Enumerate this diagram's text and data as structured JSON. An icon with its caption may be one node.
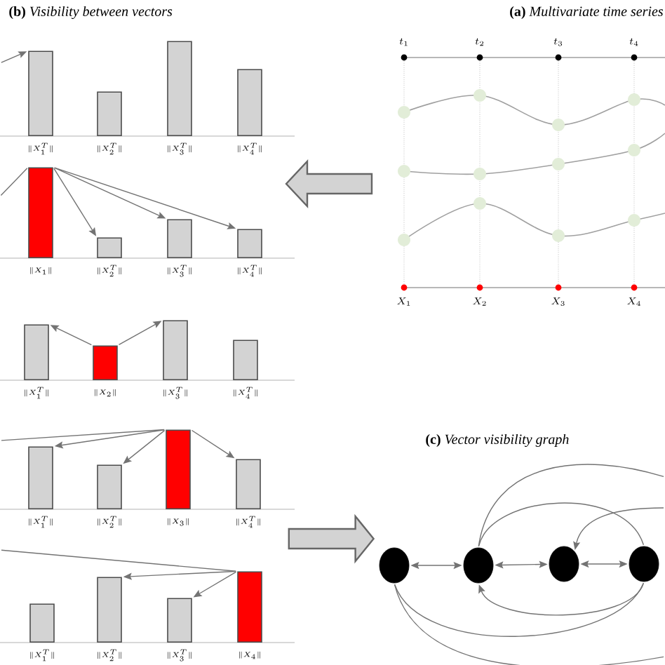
{
  "diagram": {
    "nodes": [
      {
        "text": [],
        "shape": "bar",
        "beside": [
          "\\|X_1^T\\|"
        ]
      },
      {
        "text": [],
        "shape": "bar",
        "beside": [
          "\\|X_2^T\\|"
        ]
      },
      {
        "text": [],
        "shape": "bar",
        "beside": [
          "\\|X_3^T\\|"
        ]
      },
      {
        "text": [],
        "shape": "bar",
        "beside": [
          "\\|X_4^T\\|"
        ]
      },
      {
        "text": [],
        "shape": "bar",
        "beside": [
          "\\|X_1\\|"
        ]
      },
      {
        "text": [],
        "shape": "bar",
        "beside": [
          "\\|X_2^T\\|"
        ]
      },
      {
        "text": [],
        "shape": "bar",
        "beside": [
          "\\|X_3^T\\|"
        ]
      },
      {
        "text": [],
        "shape": "bar",
        "beside": [
          "\\|X_4^T\\|"
        ]
      },
      {
        "text": [],
        "shape": "bar",
        "beside": [
          "\\|X_1^T\\|"
        ]
      },
      {
        "text": [],
        "shape": "bar",
        "beside": [
          "\\|X_2\\|"
        ]
      },
      {
        "text": [],
        "shape": "bar",
        "beside": [
          "\\|X_3^T\\|"
        ]
      },
      {
        "text": [],
        "shape": "bar",
        "beside": [
          "\\|X_4^T\\|"
        ]
      },
      {
        "text": [],
        "shape": "bar",
        "beside": [
          "\\|X_1^T\\|"
        ]
      },
      {
        "text": [],
        "shape": "bar",
        "beside": [
          "\\|X_2^T\\|"
        ]
      },
      {
        "text": [],
        "shape": "bar",
        "beside": [
          "\\|X_3\\|"
        ]
      },
      {
        "text": [],
        "shape": "bar",
        "beside": [
          "\\|X_4^T\\|"
        ]
      },
      {
        "text": [],
        "shape": "bar",
        "beside": [
          "\\|X_1^T\\|"
        ]
      },
      {
        "text": [],
        "shape": "bar",
        "beside": [
          "\\|X_2^T\\|"
        ]
      },
      {
        "text": [],
        "shape": "bar",
        "beside": [
          "\\|X_3^T\\|"
        ]
      },
      {
        "text": [],
        "shape": "bar",
        "beside": [
          "\\|X_4\\|"
        ]
      },
      {
        "text": [],
        "shape": "circle"
      },
      {
        "text": [],
        "shape": "circle"
      },
      {
        "text": [],
        "shape": "circle"
      },
      {
        "text": [],
        "shape": "circle"
      }
    ],
    "edges": [
      {
        "from": null,
        "to": 0,
        "arrow": "to"
      },
      {
        "from": 4,
        "to": 5,
        "arrow": "to"
      },
      {
        "from": 4,
        "to": 6,
        "arrow": "to"
      },
      {
        "from": 4,
        "to": 7,
        "arrow": "to"
      },
      {
        "from": 4,
        "to": null,
        "arrow": "none"
      },
      {
        "from": 9,
        "to": 8,
        "arrow": "to"
      },
      {
        "from": 9,
        "to": 10,
        "arrow": "to"
      },
      {
        "from": 14,
        "to": 12,
        "arrow": "to"
      },
      {
        "from": 14,
        "to": 13,
        "arrow": "to"
      },
      {
        "from": 14,
        "to": 15,
        "arrow": "to"
      },
      {
        "from": 14,
        "to": null,
        "arrow": "none"
      },
      {
        "from": 19,
        "to": 17,
        "arrow": "to"
      },
      {
        "from": 19,
        "to": 18,
        "arrow": "to"
      },
      {
        "from": 19,
        "to": null,
        "arrow": "none"
      },
      {
        "from": 20,
        "to": 21,
        "arrow": "both"
      },
      {
        "from": 21,
        "to": 22,
        "arrow": "both"
      },
      {
        "from": 22,
        "to": 23,
        "arrow": "both"
      },
      {
        "from": 21,
        "to": null,
        "arrow": "none"
      },
      {
        "from": 21,
        "to": 23,
        "arrow": "none"
      },
      {
        "from": null,
        "to": 22,
        "arrow": "to"
      },
      {
        "from": 23,
        "to": 21,
        "arrow": "to"
      },
      {
        "from": 23,
        "to": 20,
        "arrow": "none"
      },
      {
        "from": 20,
        "to": null,
        "arrow": "none"
      },
      {
        "from": 15,
        "to": 20,
        "arrow": "to",
        "style": "thick"
      }
    ],
    "labels": [
      "**(b)** *Visibility between vectors*",
      "**(a)** *Multivariate time series*",
      "t_1",
      "t_2",
      "t_3",
      "t_4",
      "X_1",
      "X_2",
      "X_3",
      "X_4",
      "**(c)** *Vector visibility graph*"
    ]
  }
}
